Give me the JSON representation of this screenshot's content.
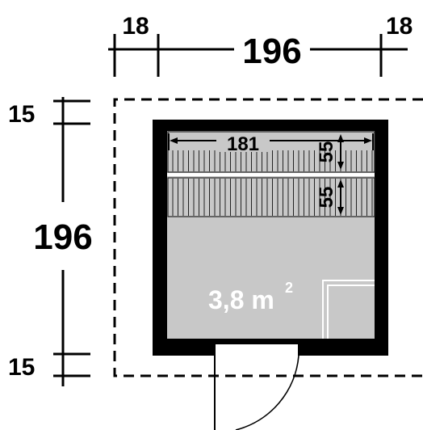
{
  "dimensions": {
    "top_left_margin": "18",
    "top_span": "196",
    "top_right_margin": "18",
    "left_top_margin": "15",
    "left_span": "196",
    "left_bottom_margin": "15"
  },
  "bench": {
    "length": "181",
    "depth_upper": "55",
    "depth_lower": "55"
  },
  "floor_area": {
    "value": "3,8 m",
    "unit_exponent": "2"
  },
  "colors": {
    "line": "#000000",
    "floor": "#c8c8c8",
    "background": "#ffffff"
  }
}
